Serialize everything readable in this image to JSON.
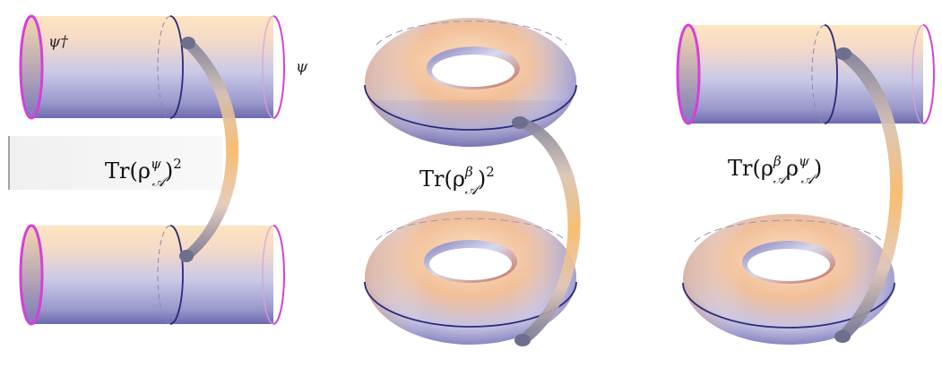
{
  "panels": [
    {
      "label": "Tr(ρ^ψ_𝒜)²",
      "base": "Tr(ρ",
      "sup": "ψ",
      "sub": "𝒜",
      "tail": ")",
      "power": "2",
      "boundary_labels": {
        "left": "ψ†",
        "right": "ψ"
      }
    },
    {
      "label": "Tr(ρ^β_𝒜)²",
      "base": "Tr(ρ",
      "sup": "β",
      "sub": "𝒜",
      "tail": ")",
      "power": "2"
    },
    {
      "label": "Tr(ρ^β_𝒜 ρ^ψ_𝒜)",
      "base": "Tr(ρ",
      "sup": "β",
      "sub": "𝒜",
      "mid": "ρ",
      "sup2": "ψ",
      "sub2": "𝒜",
      "tail": ")"
    }
  ],
  "colors": {
    "surface_top": "#fde7c6",
    "surface_mid": "#d9d9ee",
    "surface_bottom": "#8a88c4",
    "torus_warm": "#e8a070",
    "boundary_magenta": "#d540d8",
    "cut_line": "#2a2a7a",
    "bridge_orange": "#f7b866",
    "bridge_gray": "#7a7d98"
  }
}
